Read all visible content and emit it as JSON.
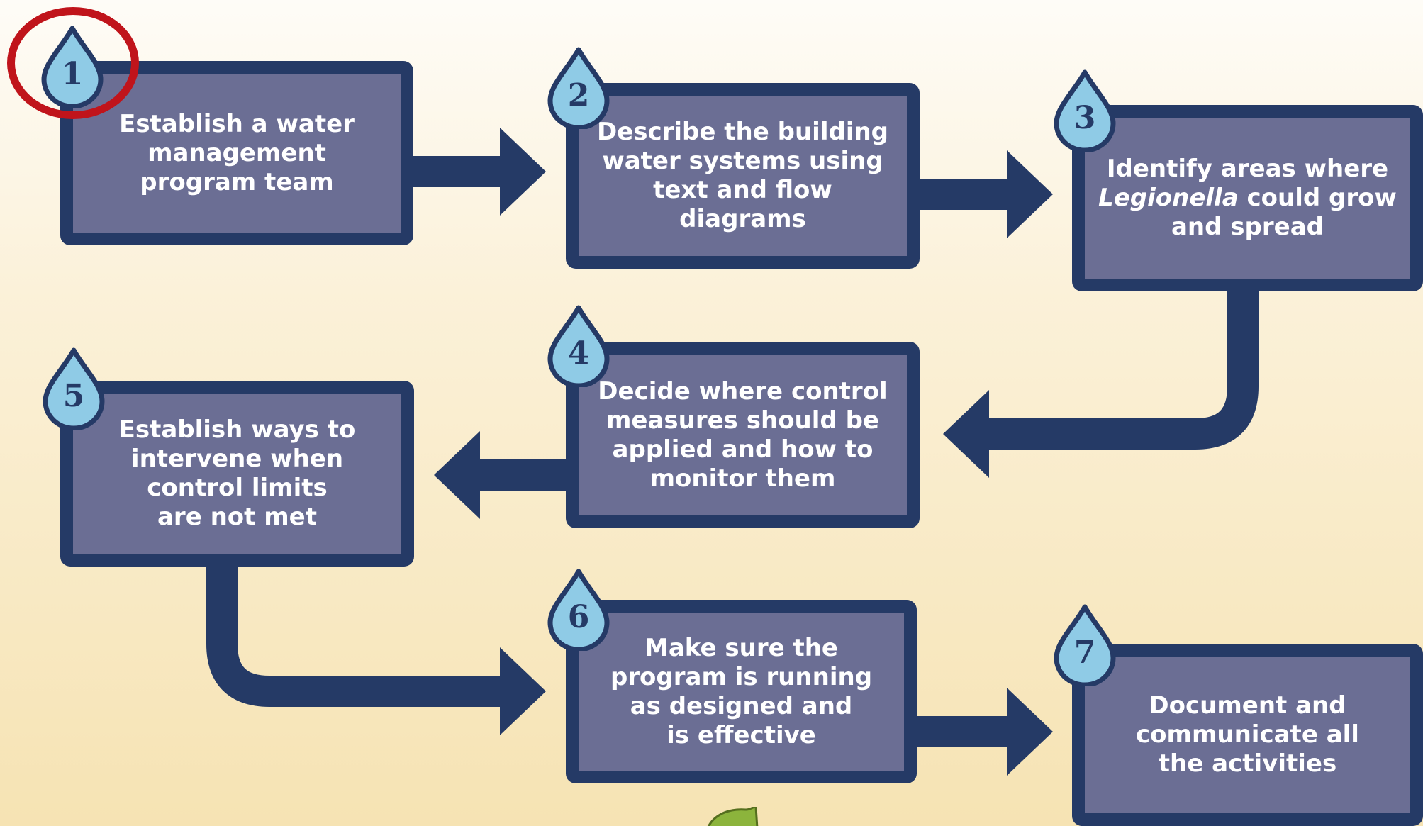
{
  "diagram": {
    "colors": {
      "box_fill": "#6b6e94",
      "box_border": "#253a66",
      "arrow": "#253a66",
      "drop_fill": "#8fcbe6",
      "drop_outline": "#253a66",
      "highlight": "#c0141b",
      "background_top": "#fefcf7",
      "background_bottom": "#f6e3b3"
    },
    "highlighted_step": "1",
    "steps": [
      {
        "number": "1",
        "lines": [
          "Establish a water",
          "management",
          "program team"
        ]
      },
      {
        "number": "2",
        "lines": [
          "Describe the building",
          "water systems using",
          "text and flow diagrams"
        ]
      },
      {
        "number": "3",
        "text_before": "Identify areas where",
        "italic_term": "Legionella",
        "text_after": "could grow\nand spread"
      },
      {
        "number": "4",
        "lines": [
          "Decide where control",
          "measures should be",
          "applied and how to",
          "monitor them"
        ]
      },
      {
        "number": "5",
        "lines": [
          "Establish ways to",
          "intervene when",
          "control limits",
          "are not met"
        ]
      },
      {
        "number": "6",
        "lines": [
          "Make sure the",
          "program is running",
          "as designed and",
          "is effective"
        ]
      },
      {
        "number": "7",
        "lines": [
          "Document and",
          "communicate all",
          "the activities"
        ]
      }
    ],
    "connections": [
      {
        "from": "1",
        "to": "2"
      },
      {
        "from": "2",
        "to": "3"
      },
      {
        "from": "3",
        "to": "4"
      },
      {
        "from": "4",
        "to": "5"
      },
      {
        "from": "5",
        "to": "6"
      },
      {
        "from": "6",
        "to": "7"
      }
    ],
    "icons": {
      "step_marker": "water-drop-icon",
      "decoration": "leaf-icon"
    }
  }
}
